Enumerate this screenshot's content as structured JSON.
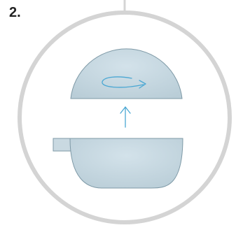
{
  "step": {
    "label": "2."
  },
  "diagram": {
    "parts": [
      "top-hemisphere",
      "bottom-hemisphere",
      "side-tab"
    ],
    "motions": [
      "rotate-arrow",
      "up-arrow"
    ],
    "colors": {
      "ring": "#d4d4d4",
      "shell_fill": "#c4d6df",
      "shell_stroke": "#7e99a6",
      "arrow": "#4aa7d3"
    }
  }
}
